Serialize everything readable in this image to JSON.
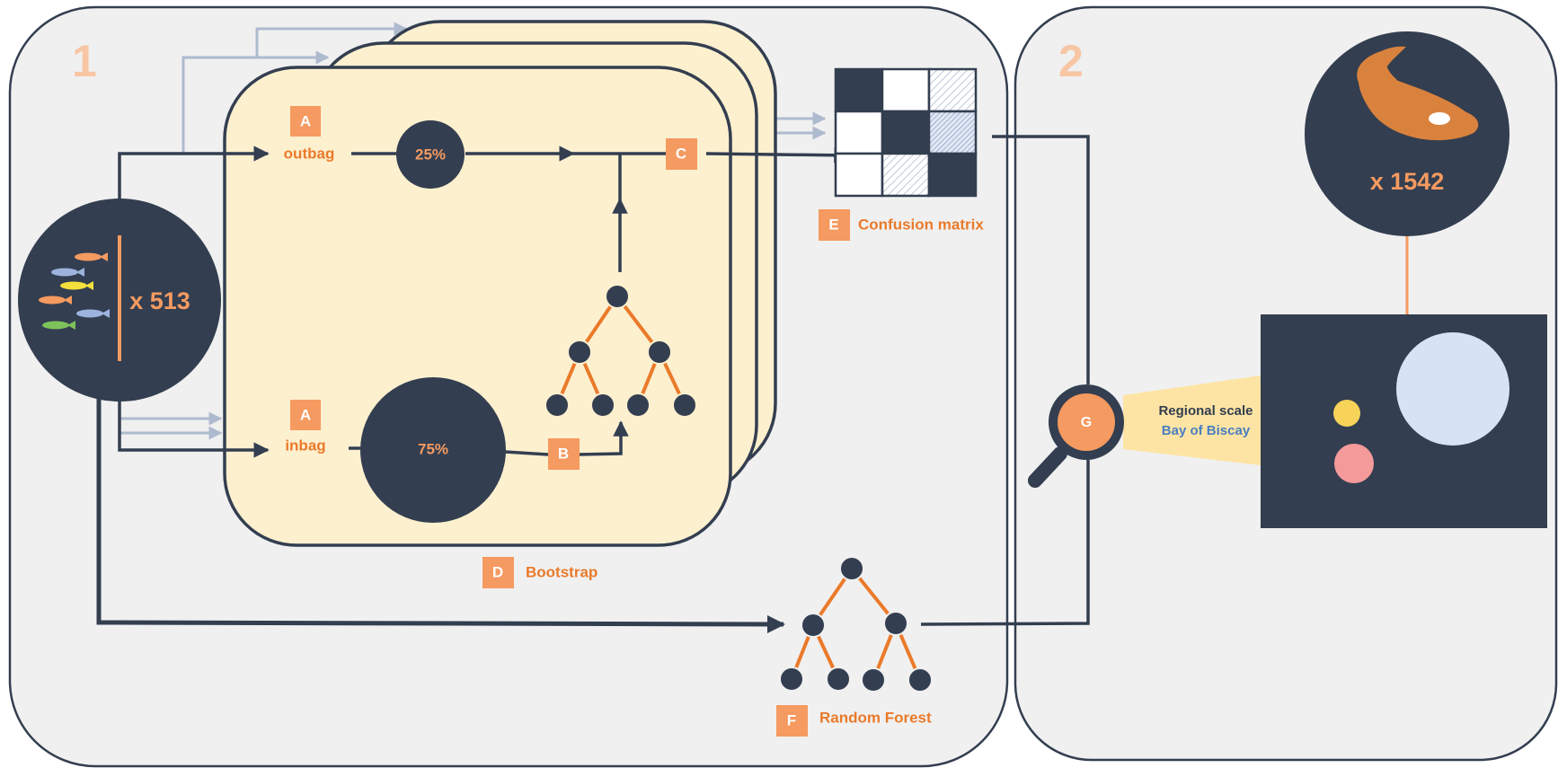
{
  "panels": [
    {
      "number": "1"
    },
    {
      "number": "2"
    }
  ],
  "samples": {
    "count_text": "x 513"
  },
  "flow": {
    "outbag_letter": "A",
    "outbag_label": "outbag",
    "outbag_percent": "25%",
    "inbag_letter": "A",
    "inbag_label": "inbag",
    "inbag_percent": "75%",
    "tree_step_letter": "B",
    "predict_step_letter": "C",
    "bootstrap_letter": "D",
    "bootstrap_label": "Bootstrap",
    "confusion_letter": "E",
    "confusion_label": "Confusion matrix",
    "forest_letter": "F",
    "forest_label": "Random Forest",
    "apply_letter": "G"
  },
  "application": {
    "fish_count_text": "x 1542",
    "scale_label": "Regional scale",
    "region_label": "Bay of Biscay"
  },
  "colors": {
    "navy": "#333e50",
    "orange": "#f59a60",
    "orange_text": "#ea7a2a",
    "bootstrap_fill": "#fdf0cf",
    "panel_fill": "#f0f0f0",
    "light_arrow": "#aebace",
    "region_blue": "#4a7fc1",
    "bubble_blue": "#d7e2f3",
    "bubble_yellow": "#f7d35a",
    "bubble_pink": "#f59a9a"
  },
  "icons": [
    "fish-school-icon",
    "fish-icon",
    "magnifier-icon",
    "decision-tree-icon"
  ]
}
